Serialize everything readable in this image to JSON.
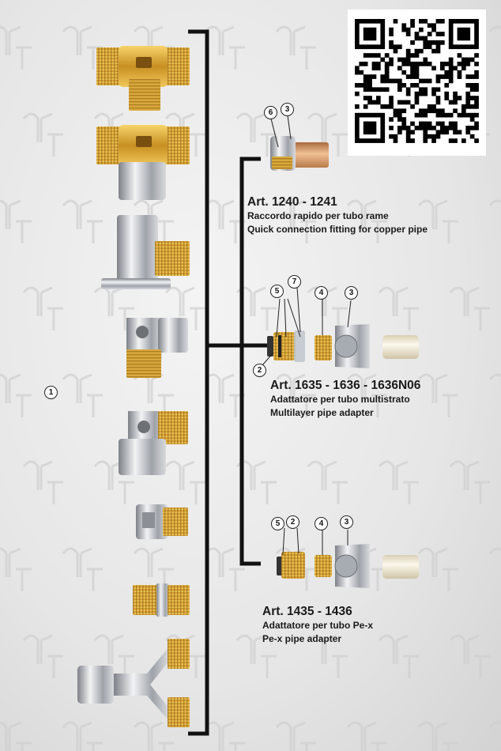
{
  "callouts": {
    "c1": "1",
    "c2a": "2",
    "c2b": "2",
    "c3a": "3",
    "c3b": "3",
    "c3c": "3",
    "c4a": "4",
    "c4b": "4",
    "c5a": "5",
    "c5b": "5",
    "c6": "6",
    "c7": "7"
  },
  "groups": [
    {
      "art": "Art. 1240 - 1241",
      "it": "Raccordo rapido per tubo rame",
      "en": "Quick connection fitting for copper pipe"
    },
    {
      "art": "Art. 1635 - 1636 - 1636N06",
      "it": "Adattatore per tubo multistrato",
      "en": "Multilayer pipe adapter"
    },
    {
      "art": "Art. 1435 - 1436",
      "it": "Adattatore per tubo Pe-x",
      "en": "Pe-x pipe adapter"
    }
  ],
  "colors": {
    "brass": "#d4a23a",
    "chrome": "#c9ccd0",
    "bracket": "#111111",
    "copper": "#c8875a"
  }
}
